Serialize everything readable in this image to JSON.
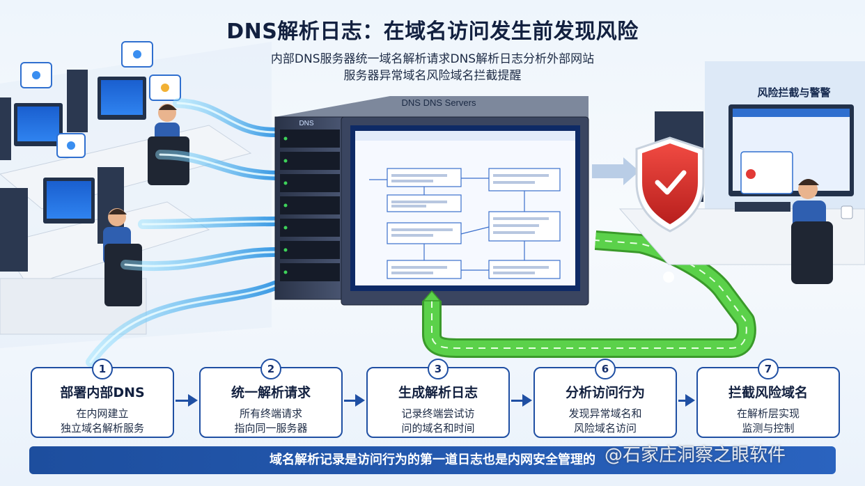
{
  "header": {
    "title": "DNS解析日志：在域名访问发生前发现风险",
    "subtitle_line1": "内部DNS服务器统一域名解析请求DNS解析日志分析外部网站",
    "subtitle_line2": "服务器异常域名风险域名拦截提醒"
  },
  "server": {
    "top_label": "DNS DNS Servers",
    "rack_label": "DNS"
  },
  "risk_panel": {
    "label": "风险拦截与警警"
  },
  "steps": [
    {
      "number": "1",
      "title": "部署内部DNS",
      "desc_line1": "在内网建立",
      "desc_line2": "独立域名解析服务"
    },
    {
      "number": "2",
      "title": "统一解析请求",
      "desc_line1": "所有终端请求",
      "desc_line2": "指向同一服务器"
    },
    {
      "number": "3",
      "title": "生成解析日志",
      "desc_line1": "记录终端尝试访",
      "desc_line2": "问的域名和时间"
    },
    {
      "number": "6",
      "title": "分析访问行为",
      "desc_line1": "发现异常域名和",
      "desc_line2": "风险域名访问"
    },
    {
      "number": "7",
      "title": "拦截风险域名",
      "desc_line1": "在解析层实现",
      "desc_line2": "监测与控制"
    }
  ],
  "footer": {
    "banner_text": "域名解析记录是访问行为的第一道日志也是内网安全管理的",
    "watermark": "@石家庄洞察之眼软件"
  },
  "colors": {
    "brand_blue": "#1f4fa3",
    "banner_blue": "#2a63bf",
    "flow_cyan": "#3bb6f5",
    "path_green": "#4cbf3a",
    "shield_red": "#e23a36"
  }
}
